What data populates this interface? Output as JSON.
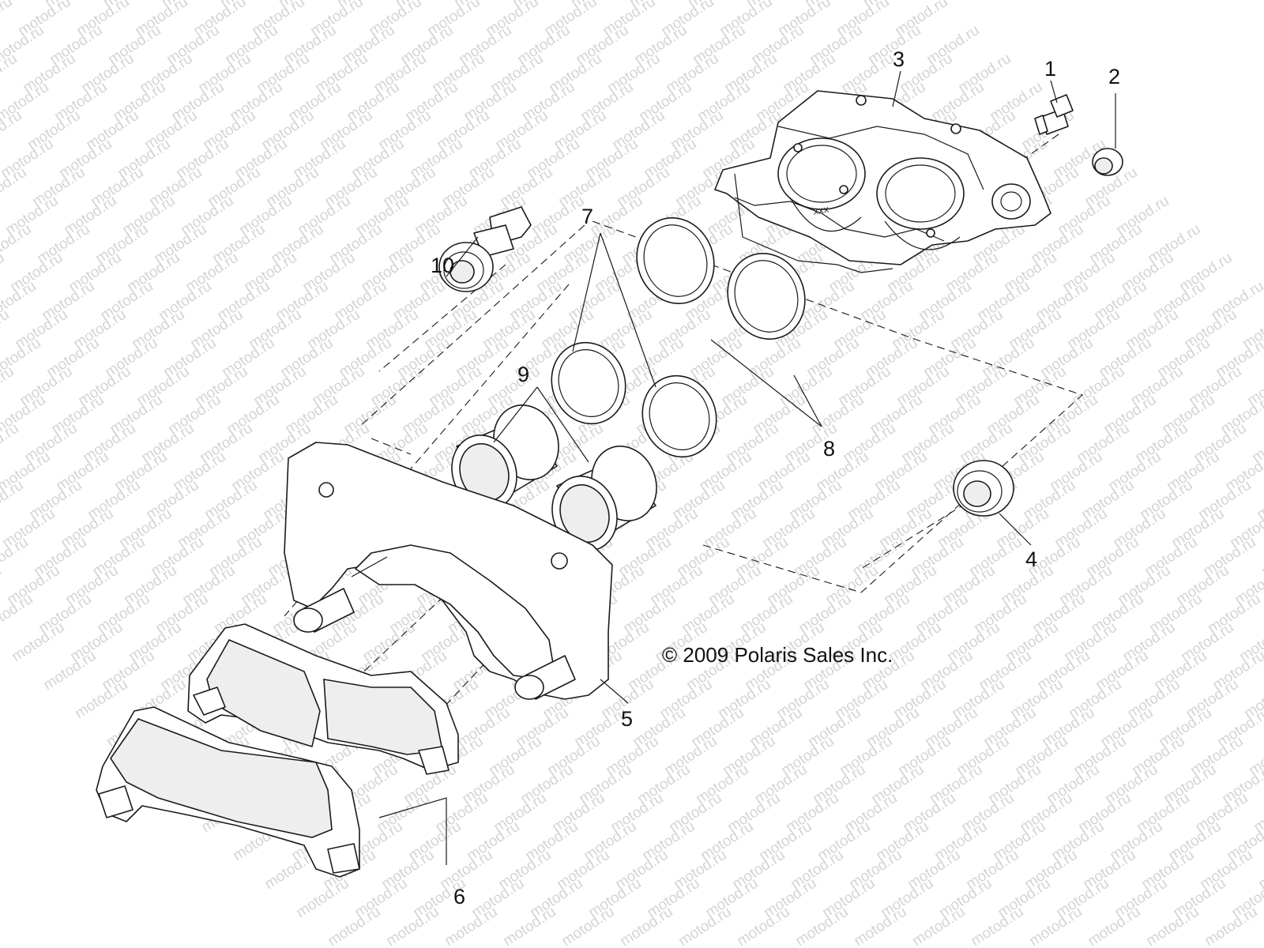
{
  "watermark": "motod.ru",
  "copyright": "© 2009 Polaris Sales Inc.",
  "caliper_marking": "XXX",
  "callouts": [
    {
      "id": "1",
      "label": "1"
    },
    {
      "id": "2",
      "label": "2"
    },
    {
      "id": "3",
      "label": "3"
    },
    {
      "id": "4",
      "label": "4"
    },
    {
      "id": "5",
      "label": "5"
    },
    {
      "id": "6",
      "label": "6"
    },
    {
      "id": "7",
      "label": "7"
    },
    {
      "id": "8",
      "label": "8"
    },
    {
      "id": "9",
      "label": "9"
    },
    {
      "id": "10",
      "label": "10"
    }
  ]
}
